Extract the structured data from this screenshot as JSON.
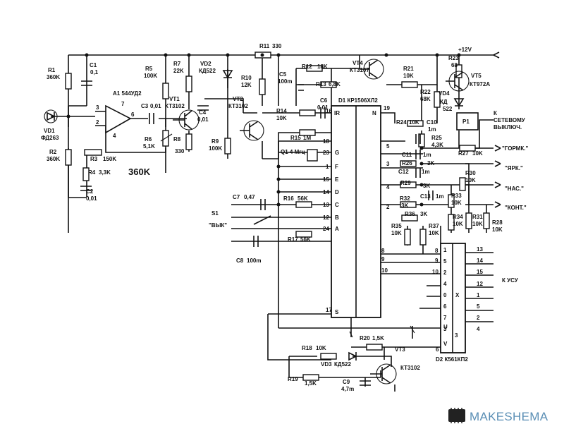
{
  "supply": {
    "label": "+12V"
  },
  "resistors": [
    {
      "name": "R1",
      "value": "360K"
    },
    {
      "name": "R2",
      "value": "360K"
    },
    {
      "name": "R3",
      "value": "150K"
    },
    {
      "name": "R4",
      "value": "3,3K"
    },
    {
      "name": "R5",
      "value": "100K"
    },
    {
      "name": "R6",
      "value": "5,1K"
    },
    {
      "name": "R7",
      "value": "22K"
    },
    {
      "name": "R8",
      "value": "330"
    },
    {
      "name": "R9",
      "value": "100K"
    },
    {
      "name": "R10",
      "value": "12K"
    },
    {
      "name": "R11",
      "value": "330"
    },
    {
      "name": "R12",
      "value": "18K"
    },
    {
      "name": "R13",
      "value": "6,8K"
    },
    {
      "name": "R14",
      "value": "10K"
    },
    {
      "name": "R15",
      "value": "1M"
    },
    {
      "name": "R16",
      "value": "56K"
    },
    {
      "name": "R17",
      "value": "56K"
    },
    {
      "name": "R18",
      "value": "10K"
    },
    {
      "name": "R19",
      "value": "1,5K"
    },
    {
      "name": "R20",
      "value": "1,5K"
    },
    {
      "name": "R21",
      "value": "10K"
    },
    {
      "name": "R22",
      "value": "68K"
    },
    {
      "name": "R23",
      "value": "68"
    },
    {
      "name": "R24",
      "value": "10K"
    },
    {
      "name": "R25",
      "value": "4,3K"
    },
    {
      "name": "R26",
      "value": "3K"
    },
    {
      "name": "R27",
      "value": "10K"
    },
    {
      "name": "R28",
      "value": "10K"
    },
    {
      "name": "R29",
      "value": "3K"
    },
    {
      "name": "R30",
      "value": "10K"
    },
    {
      "name": "R31",
      "value": "10K"
    },
    {
      "name": "R32",
      "value": "3K"
    },
    {
      "name": "R33",
      "value": "10K"
    },
    {
      "name": "R34",
      "value": "10K"
    },
    {
      "name": "R35",
      "value": "10K"
    },
    {
      "name": "R36",
      "value": "3K"
    },
    {
      "name": "R37",
      "value": "10K"
    }
  ],
  "capacitors": [
    {
      "name": "C1",
      "value": "0,1"
    },
    {
      "name": "C2",
      "value": "0,01"
    },
    {
      "name": "C3",
      "value": "0,01"
    },
    {
      "name": "C4",
      "value": "0,01"
    },
    {
      "name": "C5",
      "value": "100m"
    },
    {
      "name": "C6",
      "value": "0,01"
    },
    {
      "name": "C7",
      "value": "0,47"
    },
    {
      "name": "C8",
      "value": "100m"
    },
    {
      "name": "C9",
      "value": "4,7m"
    },
    {
      "name": "C10",
      "value": "1m"
    },
    {
      "name": "C11",
      "value": "1m"
    },
    {
      "name": "C12",
      "value": "1m"
    },
    {
      "name": "C13",
      "value": "1m"
    }
  ],
  "semis": {
    "vd1": "VD1",
    "vd1_type": "ФД263",
    "vd2": "VD2",
    "vd2_type": "КД522",
    "vd3": "VD3",
    "vd3_type": "КД522",
    "vd4": "VD4",
    "vd4_type": "КД",
    "vd4_type2": "522",
    "vt1": "VT1",
    "vt1_type": "КТ3102",
    "vt2": "VT2",
    "vt2_type": "КТ3102",
    "vt3": "VT3",
    "vt3_type": "КТ3102",
    "vt4": "VT4",
    "vt4_type": "КТ3107",
    "vt5": "VT5",
    "vt5_type": "КТ972А",
    "a1": "A1 544УД2",
    "d1": "D1 КР1506ХЛ2",
    "d2": "D2 К561КП2",
    "q1": "Q1 4 Мгц",
    "p1": "P1",
    "s1": "S1",
    "s1_label": "\"ВЫК\""
  },
  "outputs": {
    "gormk": "\"ГОРМК.\"",
    "yark": "\"ЯРК.\"",
    "nas": "\"НАС.\"",
    "kont": "\"КОНТ.\"",
    "kusu": "К УСУ",
    "relay_line1": "К",
    "relay_line2": "СЕТЕВОМУ",
    "relay_line3": "ВЫКЛЮЧ."
  },
  "d1_pins": {
    "IR": "IR",
    "N": "N",
    "G": "G",
    "F": "F",
    "E": "E",
    "D": "D",
    "C": "C",
    "B": "B",
    "A": "A",
    "S": "S",
    "p16": "16",
    "p19": "19",
    "p18": "18",
    "p23": "23",
    "p1": "1",
    "p15": "15",
    "p14": "14",
    "p13": "13",
    "p12": "12",
    "p24": "24",
    "p17": "17",
    "p5": "5",
    "p3": "3",
    "p4": "4",
    "p2": "2"
  },
  "d2_pins": [
    "1",
    "5",
    "2",
    "4",
    "0",
    "6",
    "X",
    "7",
    "3",
    "U",
    "3",
    "V"
  ],
  "d2_left_pins": [
    "8",
    "9",
    "10"
  ],
  "d2_right_nums": [
    "13",
    "14",
    "15",
    "12",
    "1",
    "5",
    "2",
    "4"
  ],
  "misc_pins": {
    "pa": "8",
    "pb": "9",
    "pc": "10",
    "p6": "6",
    "a1p7": "7",
    "a1p3": "3",
    "a1p2": "2",
    "a1p6": "6",
    "a1p4": "4"
  },
  "handwritten": {
    "note": "360K"
  },
  "watermark": "MAKESHEMA"
}
